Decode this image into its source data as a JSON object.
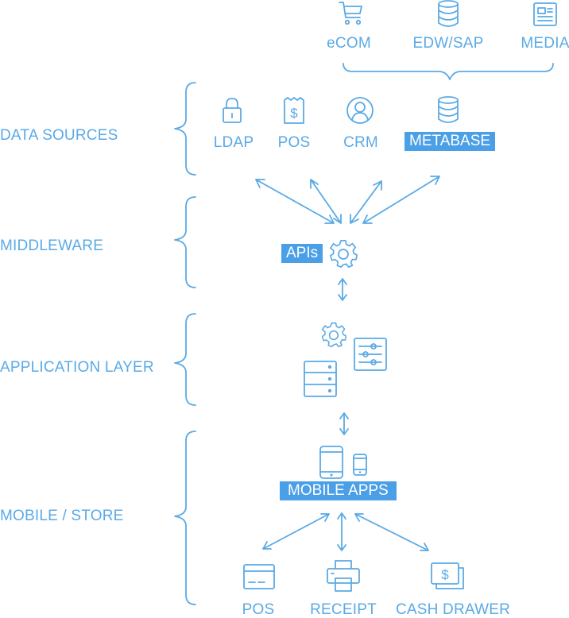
{
  "layers": {
    "data_sources": "DATA SOURCES",
    "middleware": "MIDDLEWARE",
    "application": "APPLICATION LAYER",
    "mobile_store": "MOBILE / STORE"
  },
  "top_sources": [
    "eCOM",
    "EDW/SAP",
    "MEDIA"
  ],
  "data_sources": [
    "LDAP",
    "POS",
    "CRM",
    "METABASE"
  ],
  "middleware": {
    "apis": "APIs"
  },
  "mobile": {
    "apps": "MOBILE APPS"
  },
  "store": [
    "POS",
    "RECEIPT",
    "CASH DRAWER"
  ],
  "colors": {
    "accent": "#5aaae6",
    "highlight_bg": "#4a9fe6",
    "highlight_text": "#ffffff"
  },
  "icons": [
    "cart-icon",
    "database-icon",
    "newspaper-icon",
    "lock-icon",
    "receipt-dollar-icon",
    "user-icon",
    "database-icon",
    "gear-icon",
    "sliders-icon",
    "server-icon",
    "tablet-icon",
    "phone-icon",
    "card-icon",
    "printer-icon",
    "cash-icon"
  ]
}
